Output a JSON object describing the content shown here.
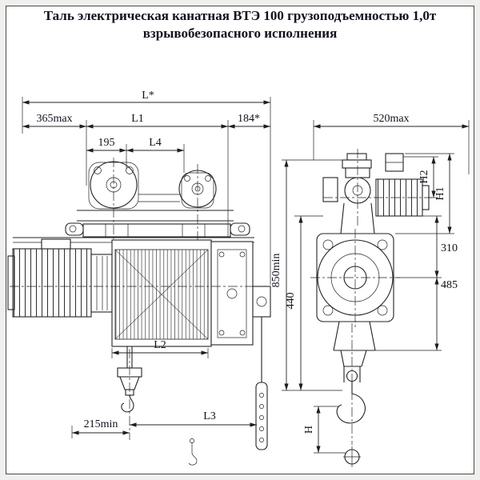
{
  "title": {
    "line1": "Таль электрическая канатная ВТЭ 100 грузоподъемностью 1,0т",
    "line2": "взрывобезопасного исполнения"
  },
  "dims": {
    "l_star": "L*",
    "d365": "365max",
    "l1": "L1",
    "d184": "184*",
    "d195": "195",
    "l4": "L4",
    "l2": "L2",
    "d215": "215min",
    "l3": "L3",
    "d520": "520max",
    "h2": "H2",
    "h1": "H1",
    "d310": "310",
    "d485": "485",
    "d850": "850min",
    "d440": "440",
    "h": "H"
  },
  "colors": {
    "ink": "#232323",
    "title_text": "#11111f",
    "paper": "#ffffff"
  }
}
